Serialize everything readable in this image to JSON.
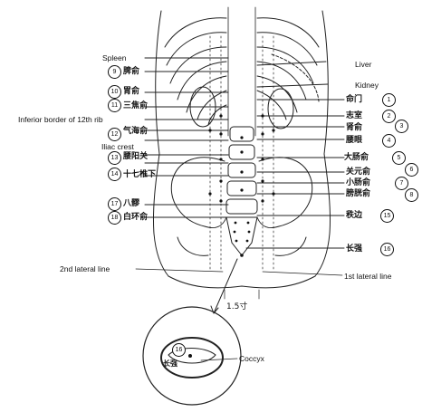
{
  "anatomy_labels": {
    "spleen": "Spleen",
    "liver": "Liver",
    "kidney": "Kidney",
    "rib12": "Inferior border of 12th rib",
    "iliac_crest": "Iliac crest",
    "line2": "2nd lateral line",
    "line1": "1st lateral line",
    "coccyx": "Coccyx",
    "measure": "1.5寸"
  },
  "left_points": [
    {
      "num": "9",
      "name": "脾俞"
    },
    {
      "num": "10",
      "name": "胃俞"
    },
    {
      "num": "11",
      "name": "三焦俞"
    },
    {
      "num": "12",
      "name": "气海俞"
    },
    {
      "num": "13",
      "name": "腰阳关"
    },
    {
      "num": "14",
      "name": "十七椎下"
    },
    {
      "num": "17",
      "name": "八髎"
    },
    {
      "num": "18",
      "name": "白环俞"
    }
  ],
  "right_points": [
    {
      "num": "1",
      "name": "命门"
    },
    {
      "num": "2",
      "name": "志室"
    },
    {
      "num": "3",
      "name": "肾俞"
    },
    {
      "num": "4",
      "name": "腰眼"
    },
    {
      "num": "5",
      "name": "大肠俞"
    },
    {
      "num": "6",
      "name": "关元俞"
    },
    {
      "num": "7",
      "name": "小肠俞"
    },
    {
      "num": "8",
      "name": "膀胱俞"
    },
    {
      "num": "15",
      "name": "秩边"
    },
    {
      "num": "16",
      "name": "长强"
    }
  ],
  "inset": {
    "num": "16",
    "name": "长强"
  }
}
